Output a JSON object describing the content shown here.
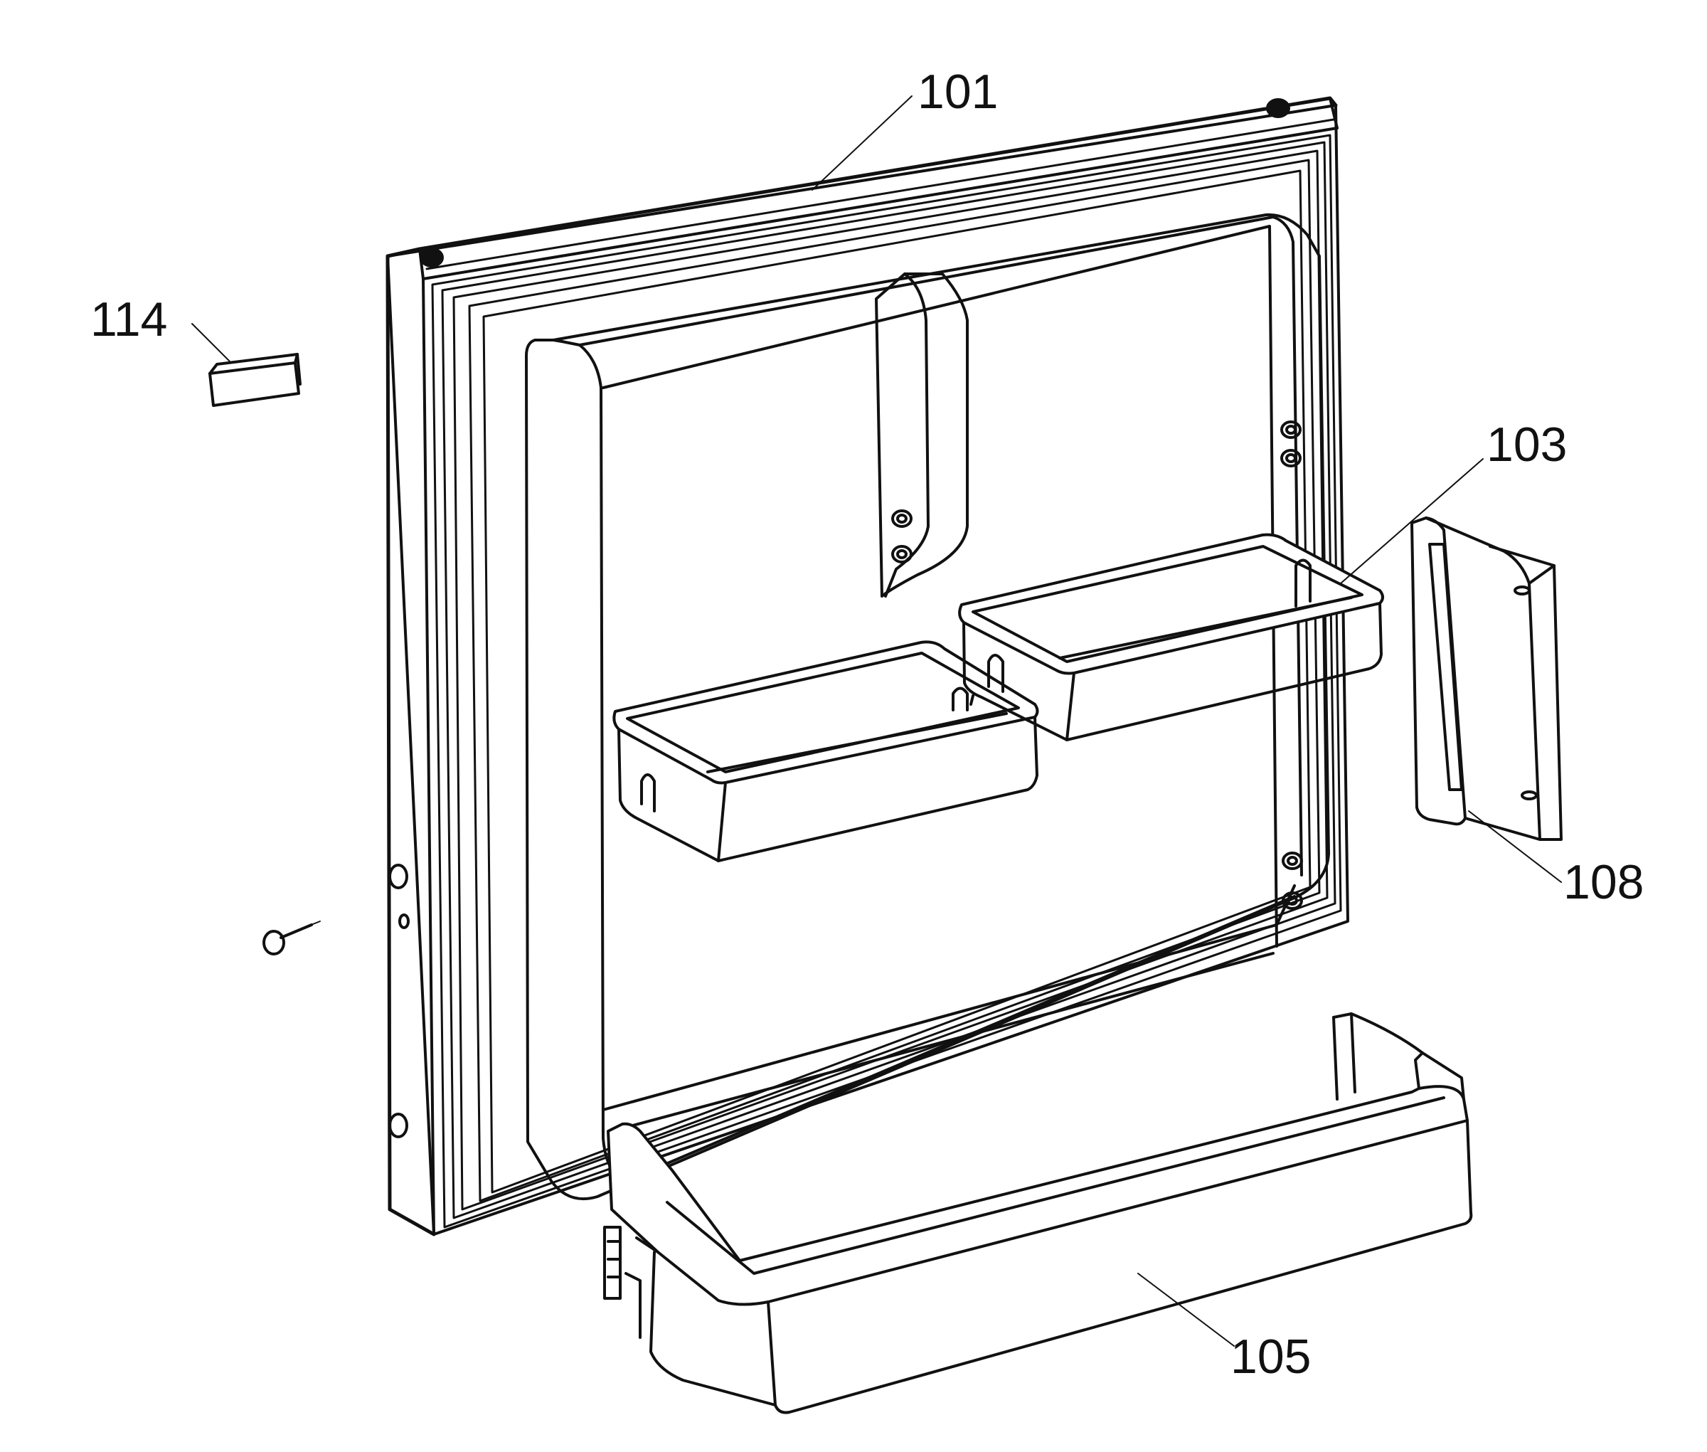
{
  "diagram": {
    "ink_color": "#111111",
    "background": "#ffffff",
    "callouts": [
      {
        "id": "101",
        "text": "101"
      },
      {
        "id": "114",
        "text": "114"
      },
      {
        "id": "103",
        "text": "103"
      },
      {
        "id": "108",
        "text": "108"
      },
      {
        "id": "105",
        "text": "105"
      }
    ]
  }
}
